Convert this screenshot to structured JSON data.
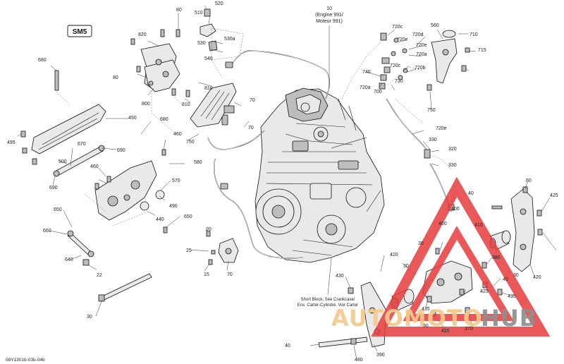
{
  "sheet": {
    "section_code": "SM5",
    "drawing_code": "08Y1301b-03b-04b"
  },
  "notes": {
    "engine_line1": "10",
    "engine_line2": "(Engine 991/",
    "engine_line3": "Moteur 991)",
    "short_block_line1": "Short Block, See Crankcase/",
    "short_block_line2": "Ens. Carter-Cylindre, Voir Carter"
  },
  "callouts": [
    "80",
    "520",
    "510",
    "530",
    "530a",
    "540",
    "820",
    "80",
    "800",
    "810",
    "810",
    "680",
    "450",
    "495",
    "500",
    "670",
    "690",
    "690",
    "680",
    "460",
    "460",
    "580",
    "570",
    "490",
    "440",
    "650",
    "660",
    "640",
    "650",
    "22",
    "20",
    "25",
    "15",
    "70",
    "70",
    "70",
    "750",
    "720c",
    "720e",
    "720d",
    "720e",
    "720a",
    "720c",
    "720b",
    "720e",
    "730",
    "740",
    "720a",
    "700",
    "560",
    "710",
    "715",
    "750",
    "330",
    "320",
    "330",
    "40",
    "60",
    "425",
    "400",
    "410",
    "30",
    "420",
    "400",
    "380",
    "30",
    "420",
    "30",
    "40",
    "430",
    "435",
    "425",
    "435",
    "420",
    "370",
    "390",
    "40",
    "480",
    "30",
    "30"
  ],
  "colors": {
    "line_art": "#111111",
    "part_fill": "#e9e9e9",
    "watermark_red": "#e63c3c",
    "watermark_orange": "#f4c98c",
    "watermark_grey": "#8f8f8f"
  },
  "watermark": {
    "logo_text_part1": "AUTOMOTO",
    "logo_text_part2": "HUB"
  }
}
